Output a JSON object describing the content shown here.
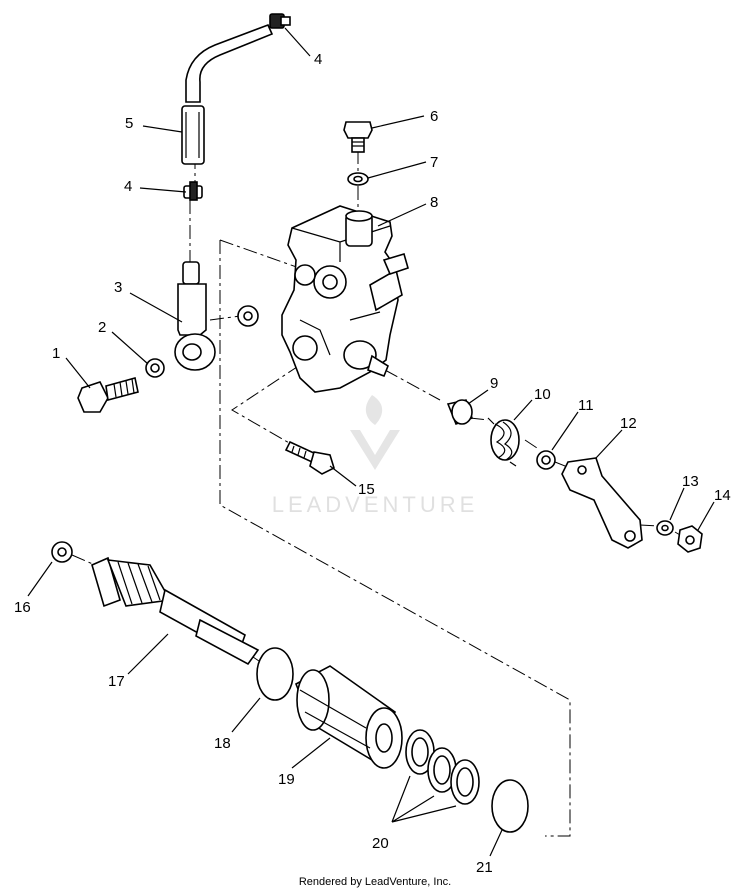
{
  "diagram": {
    "labels": [
      "1",
      "2",
      "3",
      "4",
      "4",
      "5",
      "6",
      "7",
      "8",
      "9",
      "10",
      "11",
      "12",
      "13",
      "14",
      "15",
      "16",
      "17",
      "18",
      "19",
      "20",
      "21"
    ]
  },
  "watermark": {
    "text": "LEADVENTURE"
  },
  "footer": {
    "text": "Rendered by LeadVenture, Inc."
  }
}
